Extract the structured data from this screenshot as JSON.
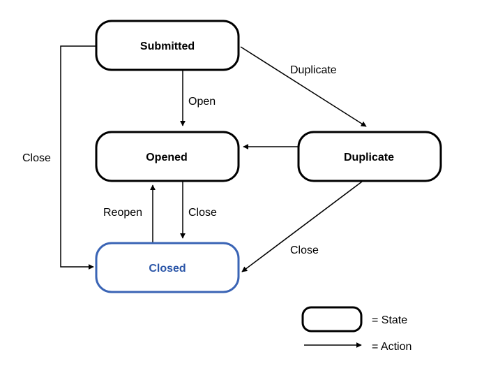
{
  "states": {
    "submitted": "Submitted",
    "opened": "Opened",
    "duplicate": "Duplicate",
    "closed": "Closed"
  },
  "actions": {
    "open": "Open",
    "duplicate": "Duplicate",
    "close_left": "Close",
    "close_opened": "Close",
    "reopen": "Reopen",
    "close_duplicate": "Close"
  },
  "legend": {
    "state": "= State",
    "action": "= Action"
  },
  "colors": {
    "closed_border": "#3a64b5",
    "closed_text": "#2b56a8"
  }
}
